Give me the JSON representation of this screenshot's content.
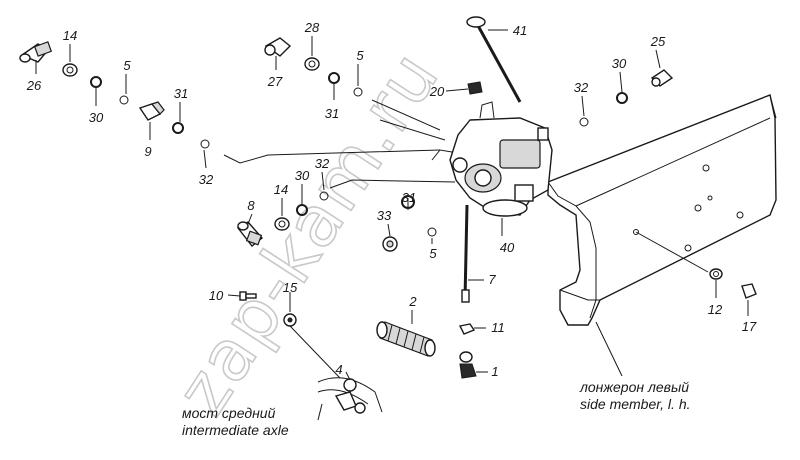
{
  "watermark": "zap-kam.ru",
  "captions": {
    "axle_ru": "мост средний",
    "axle_en": "intermediate axle",
    "member_ru": "лонжерон левый",
    "member_en": "side member, l. h."
  },
  "callouts": {
    "c1": "1",
    "c2": "2",
    "c4": "4",
    "c5a": "5",
    "c5b": "5",
    "c5c": "5",
    "c7": "7",
    "c8": "8",
    "c9": "9",
    "c10": "10",
    "c11": "11",
    "c12": "12",
    "c14a": "14",
    "c14b": "14",
    "c15": "15",
    "c17": "17",
    "c20": "20",
    "c25": "25",
    "c26": "26",
    "c27": "27",
    "c28": "28",
    "c30a": "30",
    "c30b": "30",
    "c30c": "30",
    "c31a": "31",
    "c31b": "31",
    "c31c": "31",
    "c32a": "32",
    "c32b": "32",
    "c32c": "32",
    "c33": "33",
    "c40": "40",
    "c41": "41"
  }
}
